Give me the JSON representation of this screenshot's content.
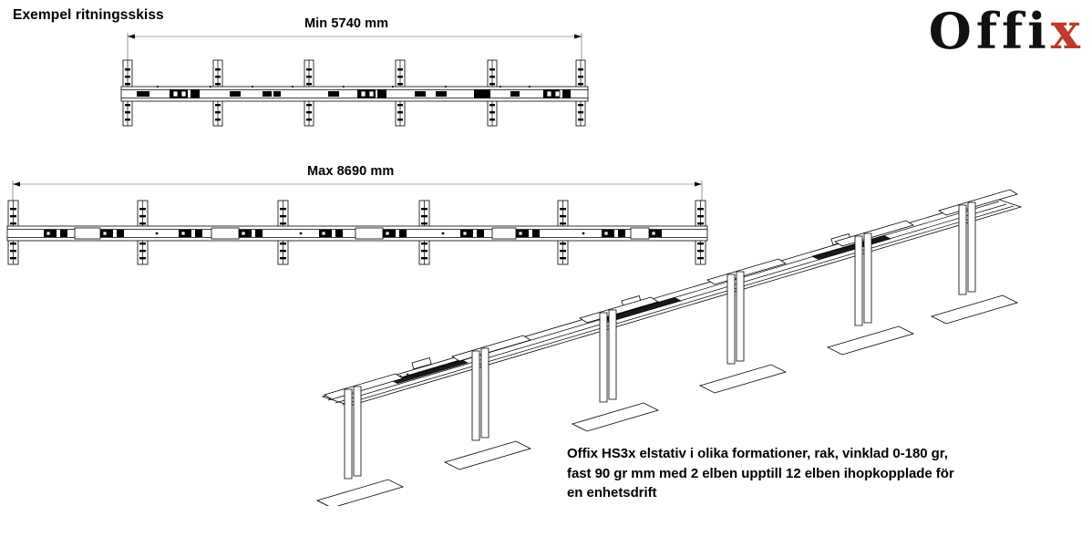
{
  "document": {
    "title": "Exempel ritningsskiss"
  },
  "brand": {
    "name_dark": "Offi",
    "name_accent": "x",
    "accent_color": "#c0392b",
    "dark_color": "#111111"
  },
  "drawings": [
    {
      "id": "top-view-min",
      "view": "top-plan",
      "dimension_label": "Min 5740 mm",
      "dimension_value_mm": 5740,
      "leg_count": 6,
      "beam_segments": 5
    },
    {
      "id": "top-view-max",
      "view": "top-plan",
      "dimension_label": "Max 8690 mm",
      "dimension_value_mm": 8690,
      "leg_count": 6,
      "beam_segments": 5
    },
    {
      "id": "isometric-view",
      "view": "isometric-3d",
      "leg_count": 6
    }
  ],
  "caption": {
    "line1": "Offix HS3x elstativ i olika formationer, rak, vinklad 0-180 gr,",
    "line2": "fast 90 gr mm med 2 elben upptill 12 elben ihopkopplade för",
    "line3": "en enhetsdrift"
  }
}
